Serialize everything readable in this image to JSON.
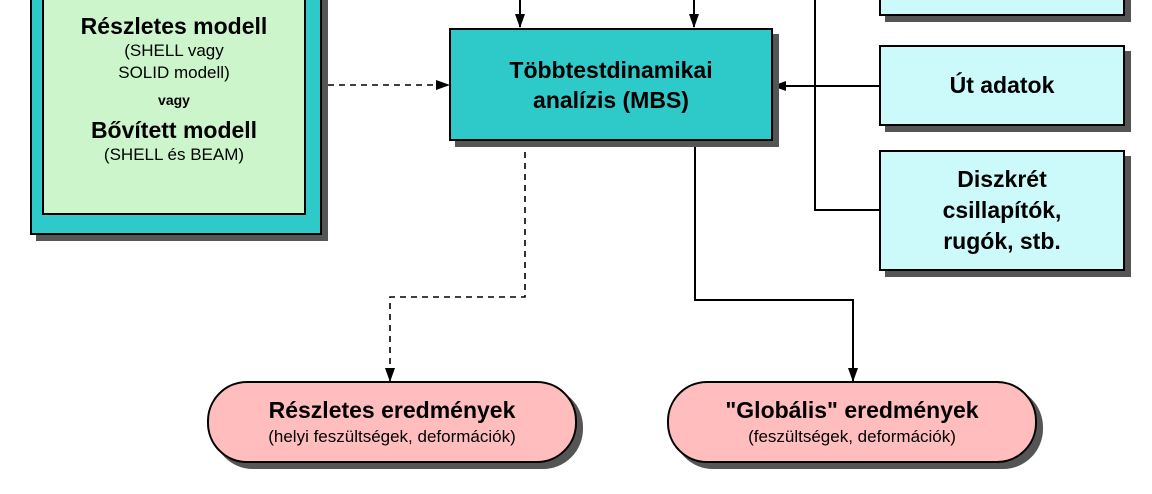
{
  "model_box": {
    "title1": "Részletes modell",
    "sub1_line1": "(SHELL vagy",
    "sub1_line2": "SOLID modell)",
    "or": "vagy",
    "title2": "Bővített modell",
    "sub2": "(SHELL és BEAM)"
  },
  "mbs_box": {
    "line1": "Többtestdinamikai",
    "line2": "analízis (MBS)"
  },
  "road_box": {
    "label": "Út adatok"
  },
  "discrete_box": {
    "line1": "Diszkrét",
    "line2": "csillapítók,",
    "line3": "rugók, stb."
  },
  "detailed_results": {
    "title": "Részletes eredmények",
    "sub": "(helyi feszültségek, deformációk)"
  },
  "global_results": {
    "title": "\"Globális\" eredmények",
    "sub": "(feszültségek, deformációk)"
  }
}
